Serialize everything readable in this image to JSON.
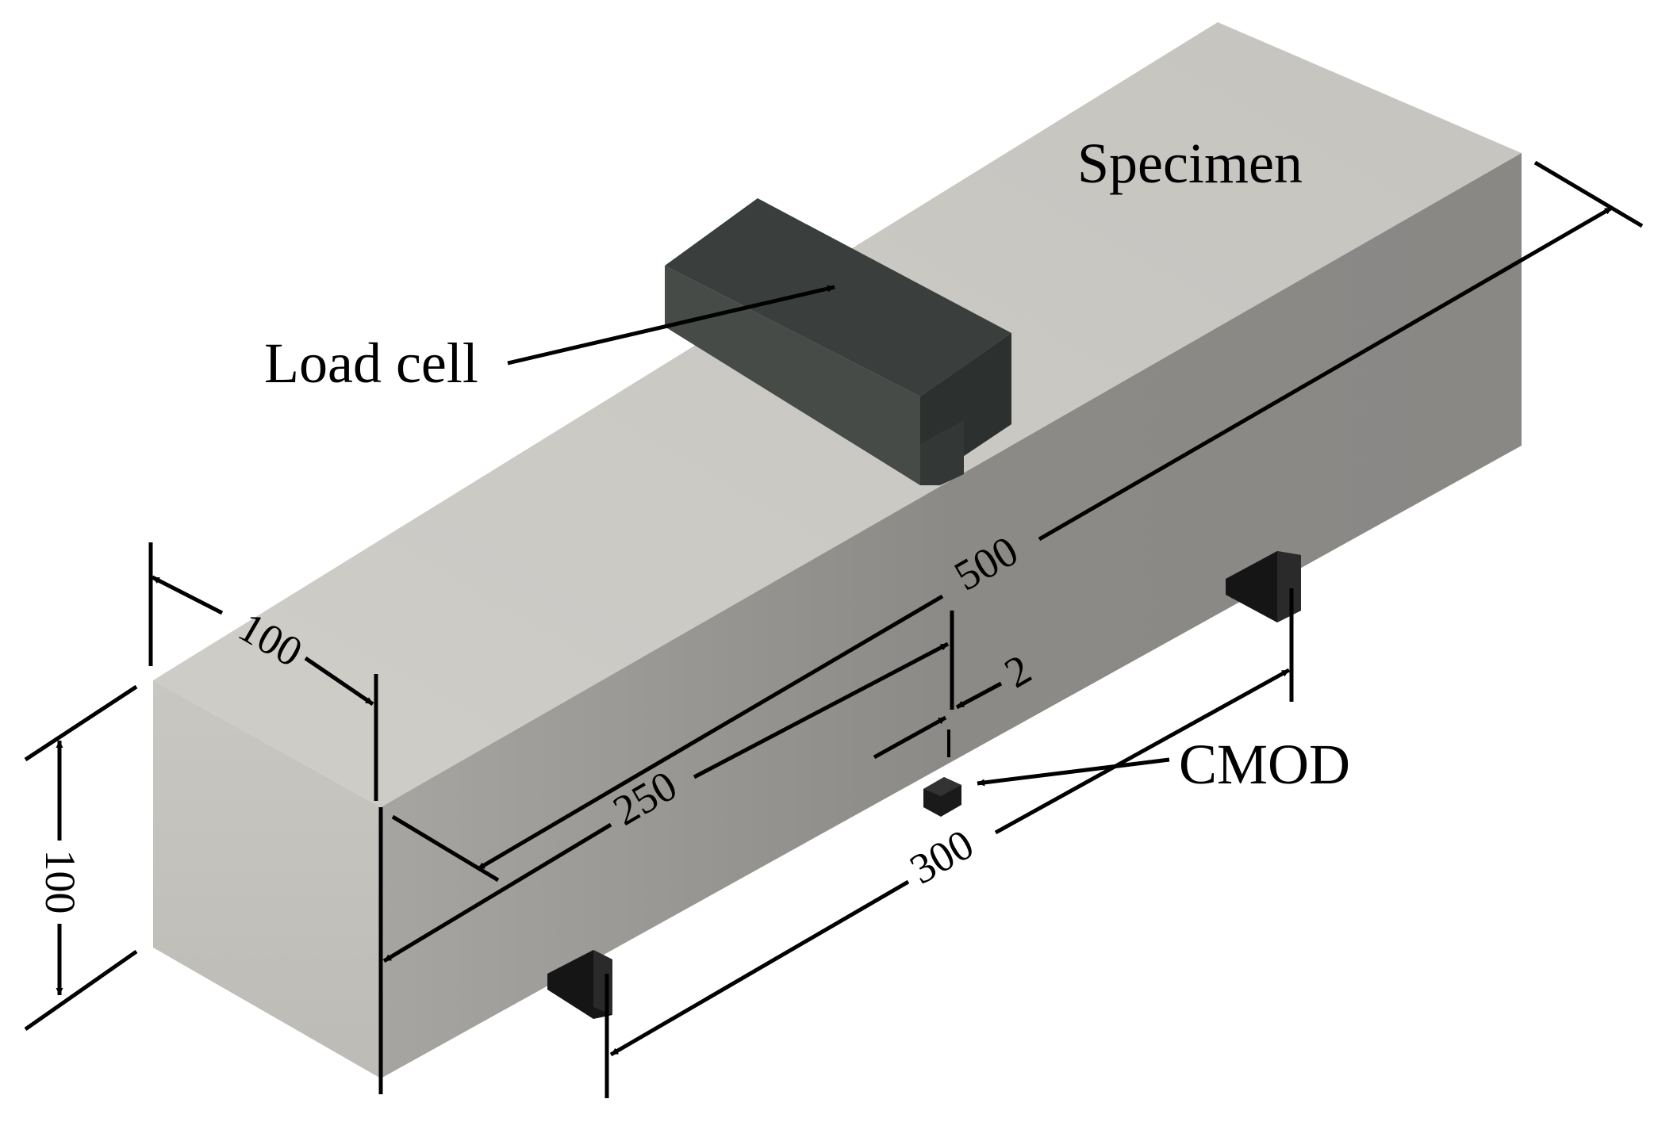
{
  "labels": {
    "specimen": "Specimen",
    "load_cell": "Load cell",
    "cmod": "CMOD"
  },
  "dimensions": {
    "length": "500",
    "width": "100",
    "height": "100",
    "midspan": "250",
    "notch": "2",
    "span": "300"
  },
  "colors": {
    "top_face": "#c9c7c2",
    "front_face": "#8e8c89",
    "end_face": "#c4c2bd",
    "load_cell": "#3e4240",
    "support": "#151515"
  }
}
